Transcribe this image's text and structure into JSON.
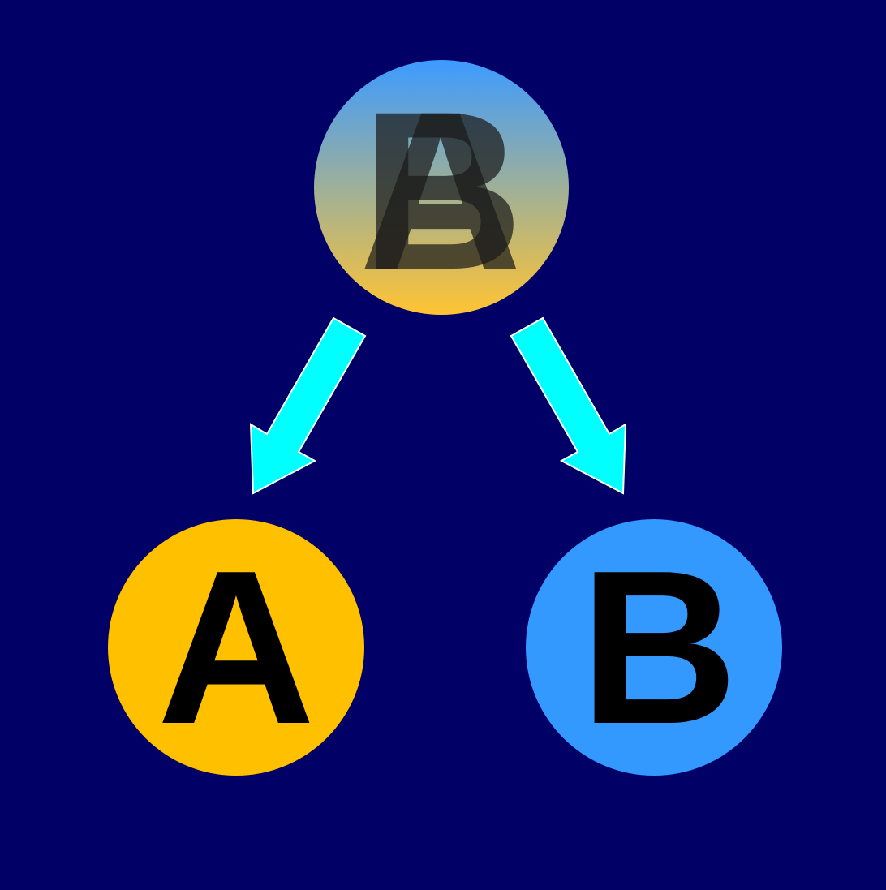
{
  "diagram": {
    "background_color": "#000066",
    "top_node": {
      "letters": [
        "A",
        "B"
      ],
      "gradient_top_color": "#3d9bff",
      "gradient_bottom_color": "#ffc433",
      "letter_color": "#1a1a1a",
      "letter_opacity": 0.72
    },
    "left_node": {
      "label": "A",
      "fill_color": "#ffc000",
      "letter_color": "#000000"
    },
    "right_node": {
      "label": "B",
      "fill_color": "#3399ff",
      "letter_color": "#000000"
    },
    "arrows": {
      "fill_color": "#00ffff",
      "stroke_color": "#ffffff",
      "count": 2
    }
  }
}
